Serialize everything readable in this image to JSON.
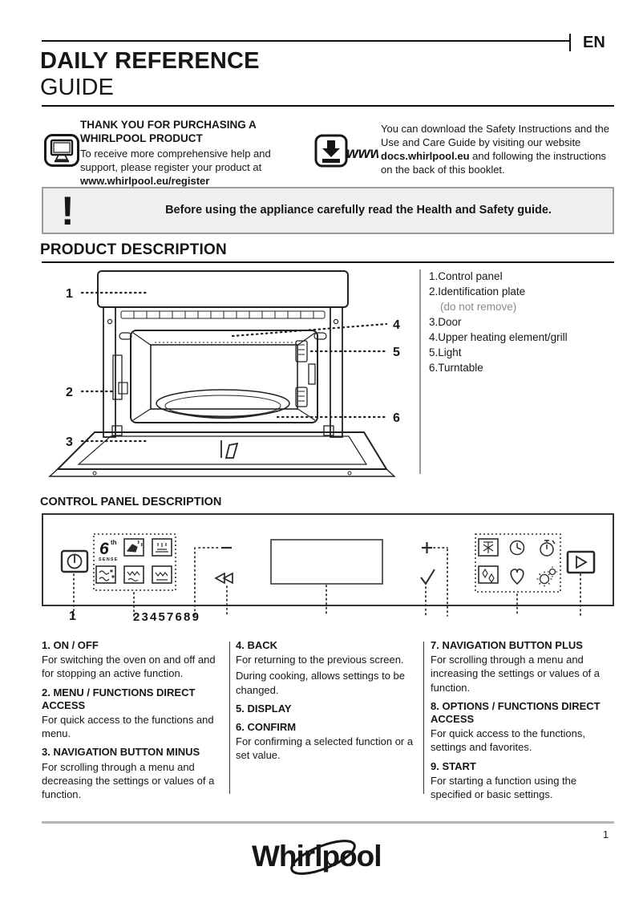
{
  "page": {
    "lang": "EN"
  },
  "header": {
    "title_line1": "DAILY REFERENCE",
    "title_line2": "GUIDE"
  },
  "register": {
    "heading": "THANK YOU FOR PURCHASING A WHIRLPOOL PRODUCT",
    "body": "To receive more comprehensive help and support, please register your product at",
    "url": "www.whirlpool.eu/register"
  },
  "download": {
    "www_label": "www",
    "text_before": "You can download the Safety Instructions and the Use and Care Guide by visiting our website ",
    "link": "docs.whirlpool.eu",
    "text_after": " and following the instructions on the back of this booklet."
  },
  "warning": {
    "bang": "!",
    "text": "Before using the appliance carefully read the Health and Safety guide."
  },
  "product": {
    "title": "PRODUCT DESCRIPTION",
    "callouts": {
      "c1": "1",
      "c2": "2",
      "c3": "3",
      "c4": "4",
      "c5": "5",
      "c6": "6"
    },
    "parts": [
      {
        "num": "1.",
        "label": "Control panel",
        "note": ""
      },
      {
        "num": "2.",
        "label": "Identification plate",
        "note": "(do not remove)"
      },
      {
        "num": "3.",
        "label": "Door",
        "note": ""
      },
      {
        "num": "4.",
        "label": "Upper heating element/grill",
        "note": ""
      },
      {
        "num": "5.",
        "label": "Light",
        "note": ""
      },
      {
        "num": "6.",
        "label": "Turntable",
        "note": ""
      }
    ]
  },
  "panel": {
    "title": "CONTROL PANEL DESCRIPTION",
    "callout_1": "1",
    "callout_cluster": "2 3 4 5 7 6 8 9",
    "sixth_sense": {
      "six": "6",
      "th": "th",
      "sense": "SENSE"
    },
    "icon_colors": {
      "line": "#2a2a2a"
    }
  },
  "legend": {
    "col1": [
      {
        "heading": "1. ON / OFF",
        "p1": "For switching the oven on and off and for stopping an active function.",
        "p2": ""
      },
      {
        "heading": "2. MENU / FUNCTIONS DIRECT ACCESS",
        "p1": "For quick access to the functions and menu.",
        "p2": ""
      },
      {
        "heading": "3. NAVIGATION BUTTON MINUS",
        "p1": "For scrolling through a menu and decreasing the settings or values of a function.",
        "p2": ""
      }
    ],
    "col2": [
      {
        "heading": "4. BACK",
        "p1": "For returning to the previous screen.",
        "p2": "During cooking, allows settings to be changed."
      },
      {
        "heading": "5. DISPLAY",
        "p1": "",
        "p2": ""
      },
      {
        "heading": "6. CONFIRM",
        "p1": "For confirming a selected function or a set value.",
        "p2": ""
      }
    ],
    "col3": [
      {
        "heading": "7. NAVIGATION BUTTON PLUS",
        "p1": "For scrolling through a menu and increasing the settings or values of a function.",
        "p2": ""
      },
      {
        "heading": "8. OPTIONS / FUNCTIONS DIRECT ACCESS",
        "p1": "For quick access to the functions, settings and favorites.",
        "p2": ""
      },
      {
        "heading": "9. START",
        "p1": "For starting a function using the specified or basic settings.",
        "p2": ""
      }
    ]
  },
  "footer": {
    "brand": "Whirlpool",
    "page_number": "1"
  }
}
